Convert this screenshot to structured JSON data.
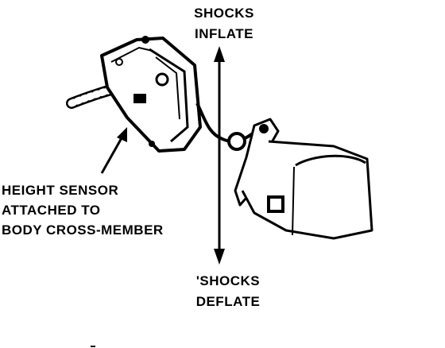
{
  "labels": {
    "shocks_inflate": [
      "SHOCKS",
      "INFLATE"
    ],
    "shocks_deflate": [
      "'SHOCKS",
      "DEFLATE"
    ],
    "sensor": [
      "HEIGHT SENSOR",
      "ATTACHED TO",
      "BODY CROSS-MEMBER"
    ]
  },
  "colors": {
    "ink": "#000000",
    "paper": "#ffffff"
  }
}
